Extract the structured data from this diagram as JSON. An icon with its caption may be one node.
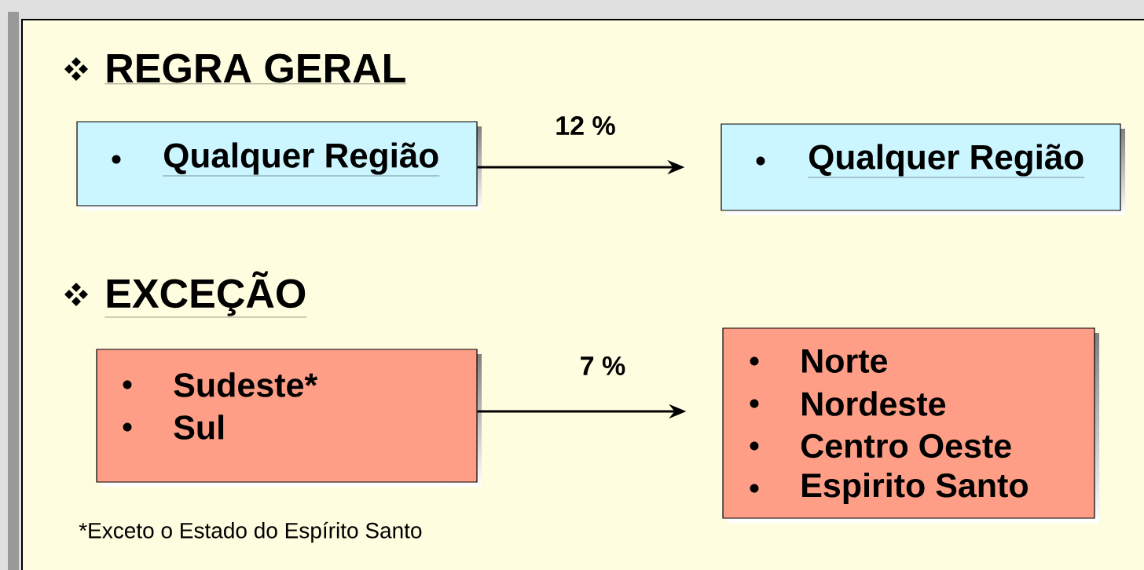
{
  "diagram": {
    "nodes": [
      {
        "text": [
          "Qualquer Região"
        ]
      },
      {
        "text": [
          "Qualquer Região"
        ]
      },
      {
        "text": [
          "Sudeste*",
          "Sul"
        ]
      },
      {
        "text": [
          "Norte",
          "Nordeste",
          "Centro Oeste",
          "Espirito Santo"
        ]
      }
    ],
    "edges": [
      {
        "from": 0,
        "to": 1,
        "arrow": "to",
        "label": "12 %"
      },
      {
        "from": 2,
        "to": 3,
        "arrow": "to",
        "label": "7 %"
      }
    ],
    "labels": [
      "REGRA GERAL",
      "EXCEÇÃO",
      "*Exceto o Estado do Espírito Santo"
    ]
  }
}
